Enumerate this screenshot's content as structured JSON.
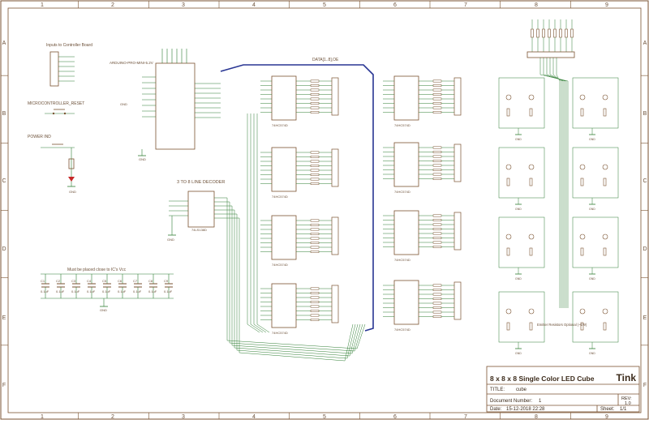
{
  "grid": {
    "cols": [
      "1",
      "2",
      "3",
      "4",
      "5",
      "6",
      "7",
      "8",
      "9"
    ],
    "rows": [
      "A",
      "B",
      "C",
      "D",
      "E",
      "F"
    ]
  },
  "colors": {
    "bg": "#ffffff",
    "wire": "#2e7d32",
    "bus": "#283593",
    "part": "#7a5230",
    "text": "#6b4f37"
  },
  "labels": {
    "inputs": "Inputs to Controller Board",
    "arduino": "ARDUINO-PRO-MINI-5.2V",
    "reset": "MICROCONTROLLER_RESET",
    "power_ind": "POWER IND",
    "decoder": "3 TO 8 LINE DECODER",
    "decap_note": "Must be placed close to IC's Vcc",
    "bus": "DATA[1..8],OE",
    "emitter_note": "Emitter Resistors Optional (~1W)",
    "shift_ic": "74HC574D",
    "decoder_ic": "74LS138D"
  },
  "caps": [
    "C1",
    "C2",
    "C3",
    "C4",
    "C5",
    "C6",
    "C7",
    "C8",
    "C9"
  ],
  "cap_value": "0.1uF",
  "gnd": "GND",
  "title_block": {
    "heading": "8 x 8 x 8 Single Color LED Cube",
    "brand": "Tink",
    "title_label": "TITLE:",
    "title_value": "cube",
    "docnum_label": "Document Number:",
    "docnum_value": "1",
    "rev_label": "REV:",
    "rev_value": "1.0",
    "date_label": "Date:",
    "date_value": "15-12-2018 22:28",
    "sheet_label": "Sheet:",
    "sheet_value": "1/1"
  }
}
